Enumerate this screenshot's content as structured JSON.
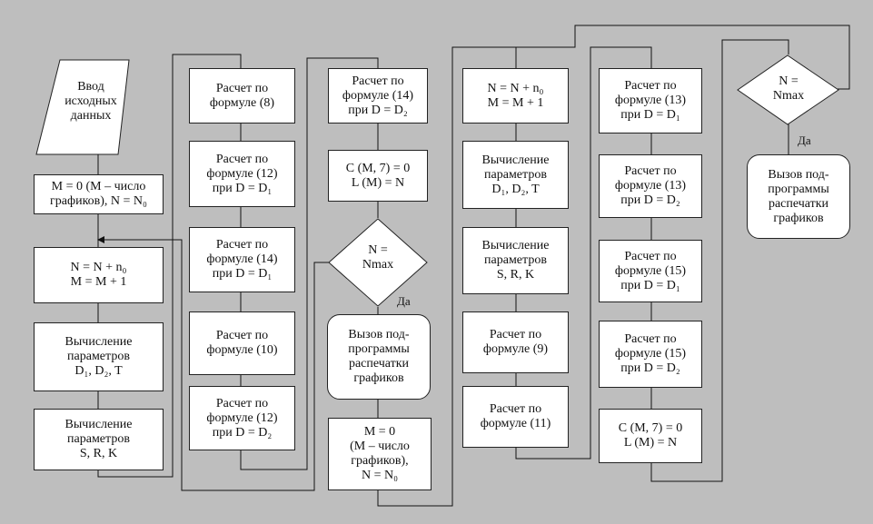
{
  "col1": {
    "input": "Ввод\nисходных\nданных",
    "init": "M = 0 (M – число\nграфиков), N = N₀",
    "inc": "N = N + n₀\nM = M + 1",
    "calc1": "Вычисление\nпараметров\nD₁, D₂, T",
    "calc2": "Вычисление\nпараметров\nS, R, K"
  },
  "col2": {
    "b1": "Расчет по\nформуле  (8)",
    "b2": "Расчет по\nформуле (12)\nпри D = D₁",
    "b3": "Расчет по\nформуле (14)\nпри D = D₁",
    "b4": "Расчет по\nформуле (10)",
    "b5": "Расчет по\nформуле (12)\nпри D = D₂"
  },
  "col3": {
    "b1": "Расчет по\nформуле (14)\nпри D = D₂",
    "b2": "C (M, 7) = 0\nL (M) = N",
    "decision": "N =\nNmax",
    "yes": "Да",
    "sub": "Вызов под-\nпрограммы\nраспечатки\nграфиков",
    "reset": "M = 0\n(M – число\nграфиков),\nN = N₀"
  },
  "col4": {
    "b1": "N = N + n₀\nM = M + 1",
    "b2": "Вычисление\nпараметров\nD₁, D₂, T",
    "b3": "Вычисление\nпараметров\nS, R, K",
    "b4": "Расчет по\nформуле  (9)",
    "b5": "Расчет по\nформуле  (11)"
  },
  "col5": {
    "b1": "Расчет по\nформуле (13)\nпри D = D₁",
    "b2": "Расчет по\nформуле (13)\nпри D = D₂",
    "b3": "Расчет по\nформуле (15)\nпри D = D₁",
    "b4": "Расчет по\nформуле (15)\nпри D = D₂",
    "b5": "C (M, 7) = 0\nL (M) = N"
  },
  "col6": {
    "decision": "N =\nNmax",
    "yes": "Да",
    "sub": "Вызов под-\nпрограммы\nраспечатки\nграфиков"
  }
}
